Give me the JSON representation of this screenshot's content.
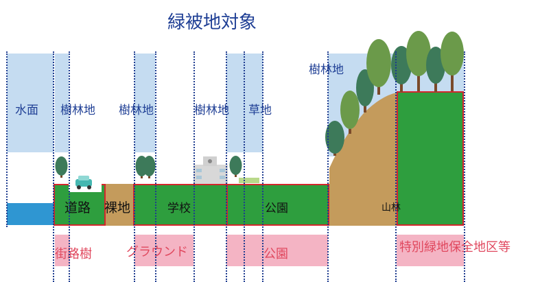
{
  "title": "緑被地対象",
  "top_labels": {
    "water_surface": "水面",
    "woodland": "樹林地",
    "grassland": "草地"
  },
  "land_labels": {
    "road": "道路",
    "bare_land": "裸地",
    "school": "学校",
    "park": "公園",
    "mountain_forest": "山林"
  },
  "bottom_labels": {
    "street_trees": "街路樹",
    "ground": "グラウンド",
    "park": "公園",
    "special_green_zone": "特別緑地保全地区等"
  },
  "colors": {
    "band_blue": "#c5dcf1",
    "water": "#2f96d2",
    "green": "#2e9e3e",
    "brown": "#c49b5c",
    "pink": "#f4b4c4",
    "outline_red": "#d3262c",
    "text_blue": "#1f3f95",
    "text_red": "#e0485e"
  }
}
